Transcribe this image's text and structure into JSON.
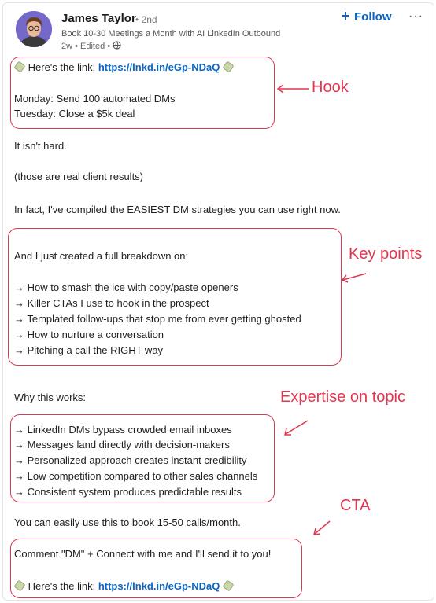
{
  "author": {
    "name": "James Taylor",
    "degree": "• 2nd",
    "headline": "Book 10-30 Meetings a Month with AI LinkedIn Outbound",
    "meta": "2w • Edited •"
  },
  "actions": {
    "follow_label": "Follow",
    "more_label": "···"
  },
  "post": {
    "hook_prefix": "Here's the link:",
    "link": "https://lnkd.in/eGp-NDaQ",
    "monday": "Monday: Send 100 automated DMs",
    "tuesday": "Tuesday: Close a $5k deal",
    "p1": "It isn't hard.",
    "p2": "(those are real client results)",
    "p3": "In fact, I've compiled the EASIEST DM strategies you can use right now.",
    "breakdown_intro": "And I just created a full breakdown on:",
    "key_points": [
      "→ How to smash the ice with copy/paste openers",
      "→ Killer CTAs I use to hook in the prospect",
      "→ Templated follow-ups that stop me from ever getting ghosted",
      "→ How to nurture a conversation",
      "→ Pitching a call the RIGHT way"
    ],
    "why_heading": "Why this works:",
    "why_points": [
      "→ LinkedIn DMs bypass crowded email inboxes",
      "→ Messages land directly with decision-makers",
      "→ Personalized approach creates instant credibility",
      "→ Low competition compared to other sales channels",
      "→ Consistent system produces predictable results"
    ],
    "calls": "You can easily use this to book 15-50 calls/month.",
    "cta": "Comment \"DM\" + Connect with me and I'll send it to you!"
  },
  "annotations": {
    "hook": "Hook",
    "key_points": "Key points",
    "expertise": "Expertise on topic",
    "cta": "CTA"
  },
  "colors": {
    "accent": "#0a66c2",
    "annotation": "#e0364f"
  },
  "icons": [
    "globe-icon",
    "plus-icon",
    "more-icon",
    "link-emoji-icon"
  ]
}
